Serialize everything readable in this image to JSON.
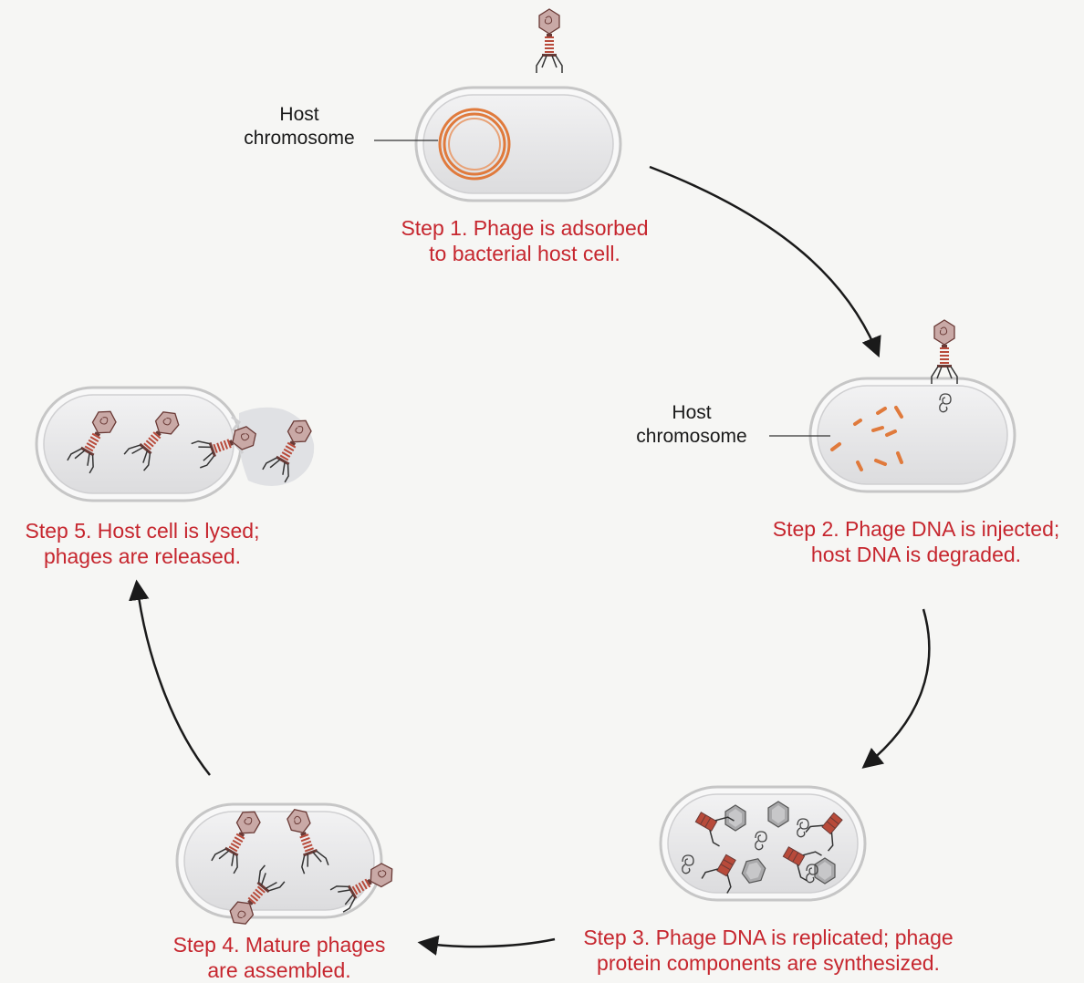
{
  "colors": {
    "caption": "#c6262e",
    "cell_fill": "#e9e9ea",
    "cell_wall": "#bdbdbd",
    "chromosome": "#e07a3c",
    "phage_head": "#c9a9a6",
    "phage_tail": "#b84a3a",
    "arrow": "#1a1a1a"
  },
  "labels": {
    "host_chromosome_1": [
      "Host",
      "chromosome"
    ],
    "host_chromosome_2": [
      "Host",
      "chromosome"
    ]
  },
  "steps": [
    {
      "id": "step-1",
      "lines": [
        "Step 1. Phage is adsorbed",
        "to bacterial host cell."
      ]
    },
    {
      "id": "step-2",
      "lines": [
        "Step 2. Phage DNA is injected;",
        "host DNA is degraded."
      ]
    },
    {
      "id": "step-3",
      "lines": [
        "Step 3. Phage DNA is replicated; phage",
        "protein components are synthesized."
      ]
    },
    {
      "id": "step-4",
      "lines": [
        "Step 4. Mature phages",
        "are assembled."
      ]
    },
    {
      "id": "step-5",
      "lines": [
        "Step 5. Host cell is lysed;",
        "phages are released."
      ]
    }
  ],
  "icons": {
    "phage": "bacteriophage-icon",
    "dna": "phage-dna-icon",
    "capsid": "phage-head-icon"
  }
}
